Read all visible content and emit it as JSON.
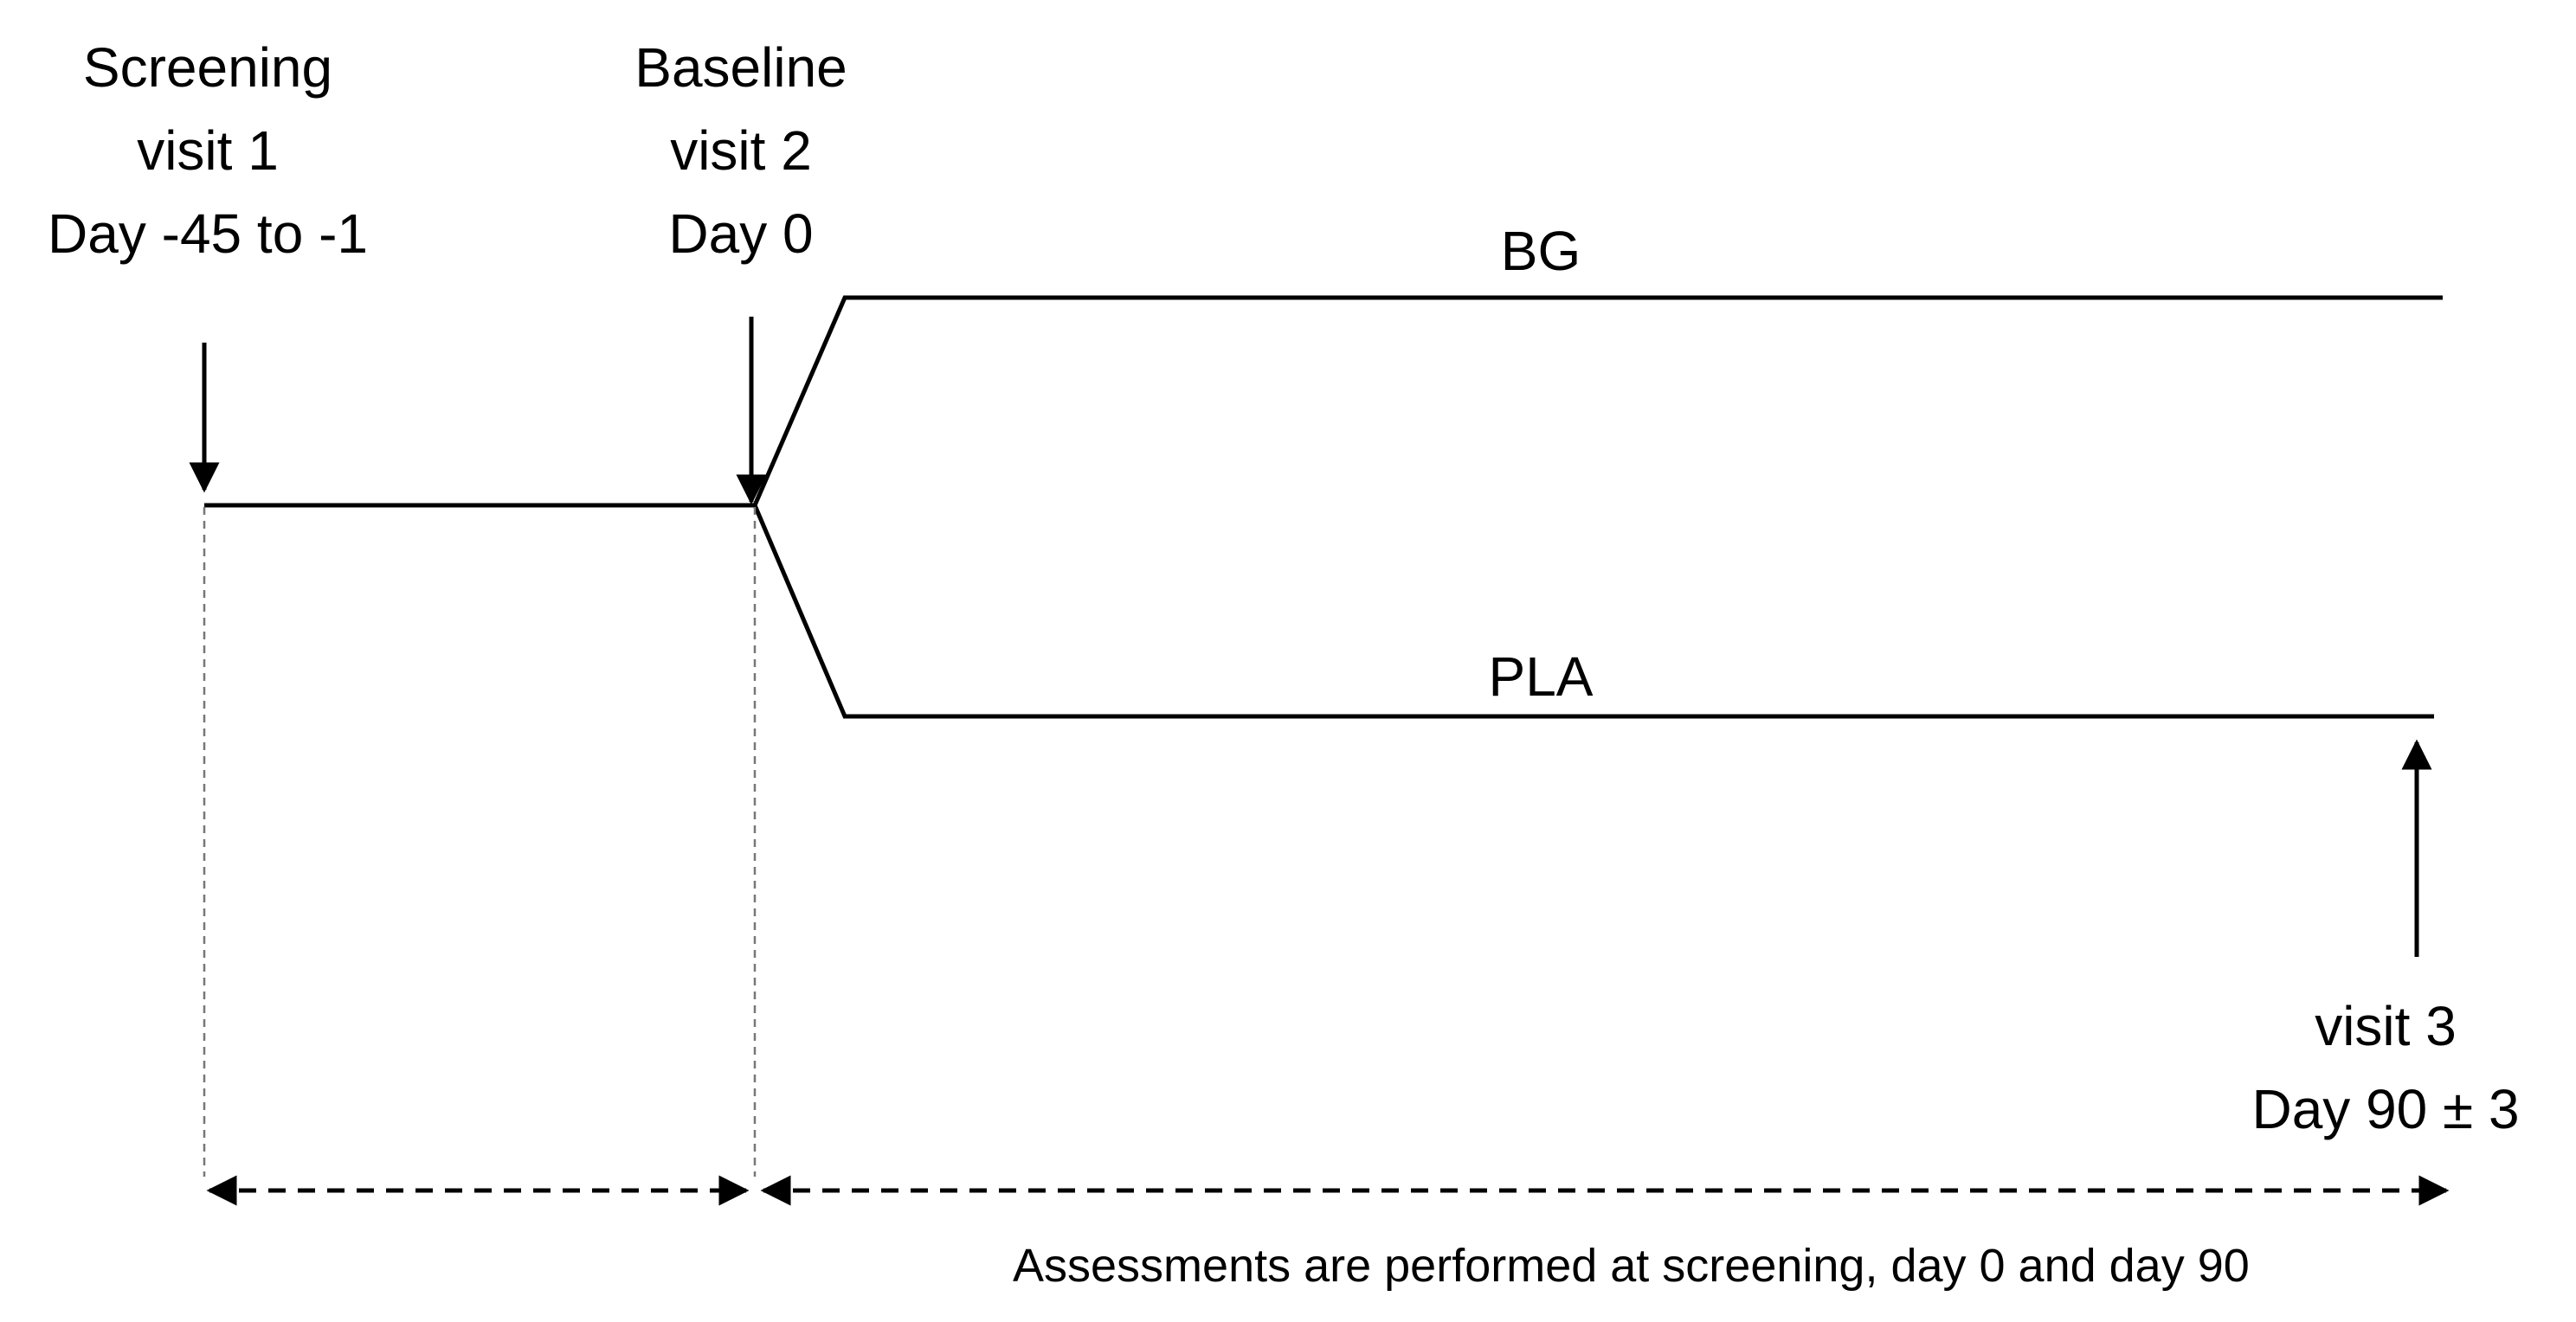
{
  "visits": {
    "screening": {
      "line1": "Screening",
      "line2": "visit 1",
      "line3": "Day -45 to -1"
    },
    "baseline": {
      "line1": "Baseline",
      "line2": "visit 2",
      "line3": "Day 0"
    },
    "final": {
      "line1": "visit 3",
      "line2": "Day 90 ± 3"
    }
  },
  "arms": {
    "upper": "BG",
    "lower": "PLA"
  },
  "footnote": "Assessments are performed at screening, day 0 and day 90",
  "colors": {
    "stroke": "#000000",
    "dashed_guide": "#777777",
    "background": "#ffffff"
  }
}
